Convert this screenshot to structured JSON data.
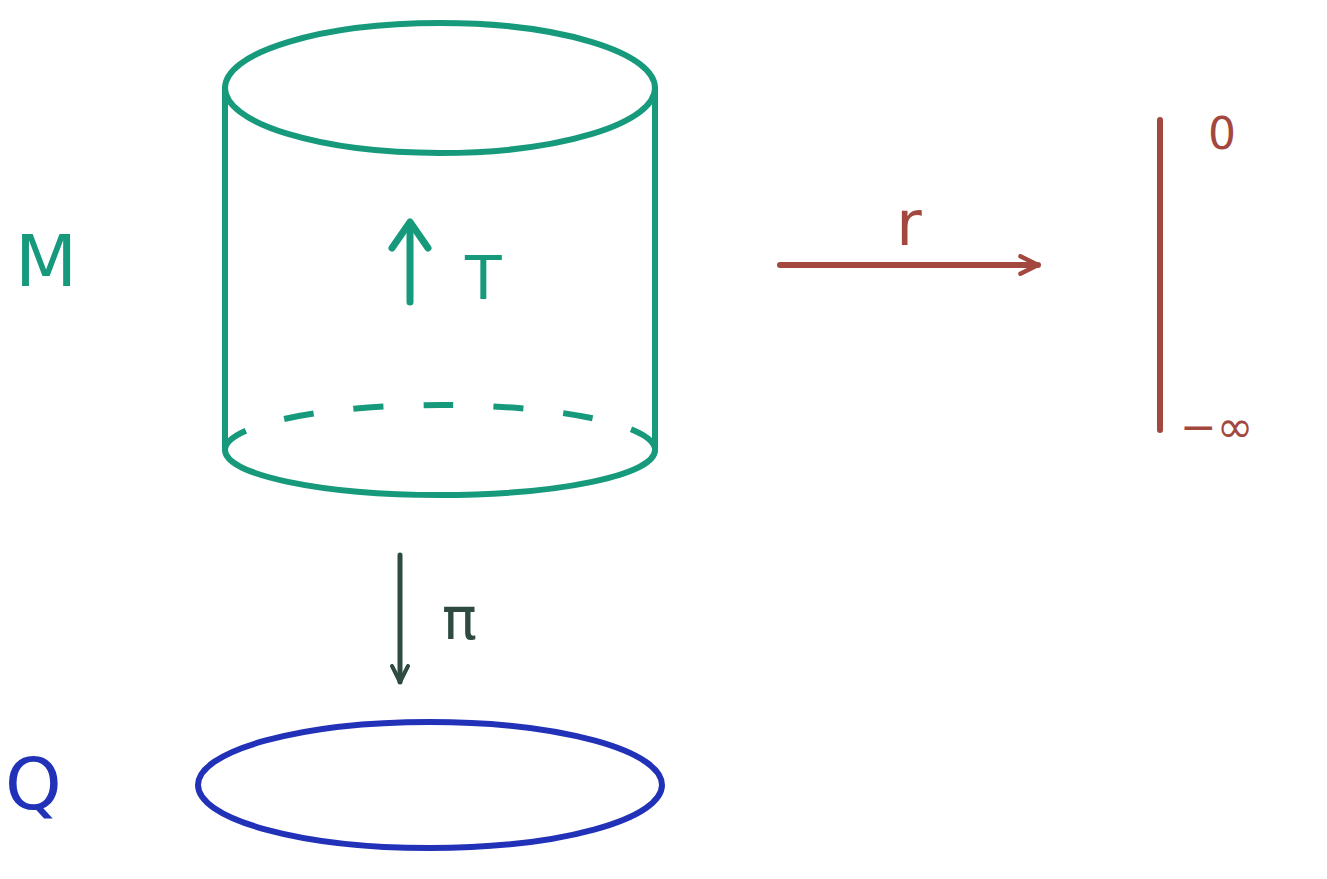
{
  "diagram": {
    "nodes": [
      {
        "text": [
          "M",
          "T"
        ]
      },
      {
        "text": [
          "Q"
        ]
      },
      {
        "text": [
          "0",
          "−∞"
        ]
      }
    ],
    "edges": [
      {
        "from": 0,
        "to": 1,
        "arrow": "to",
        "label": "π"
      },
      {
        "from": 0,
        "to": 2,
        "arrow": "to",
        "label": "r"
      }
    ]
  }
}
